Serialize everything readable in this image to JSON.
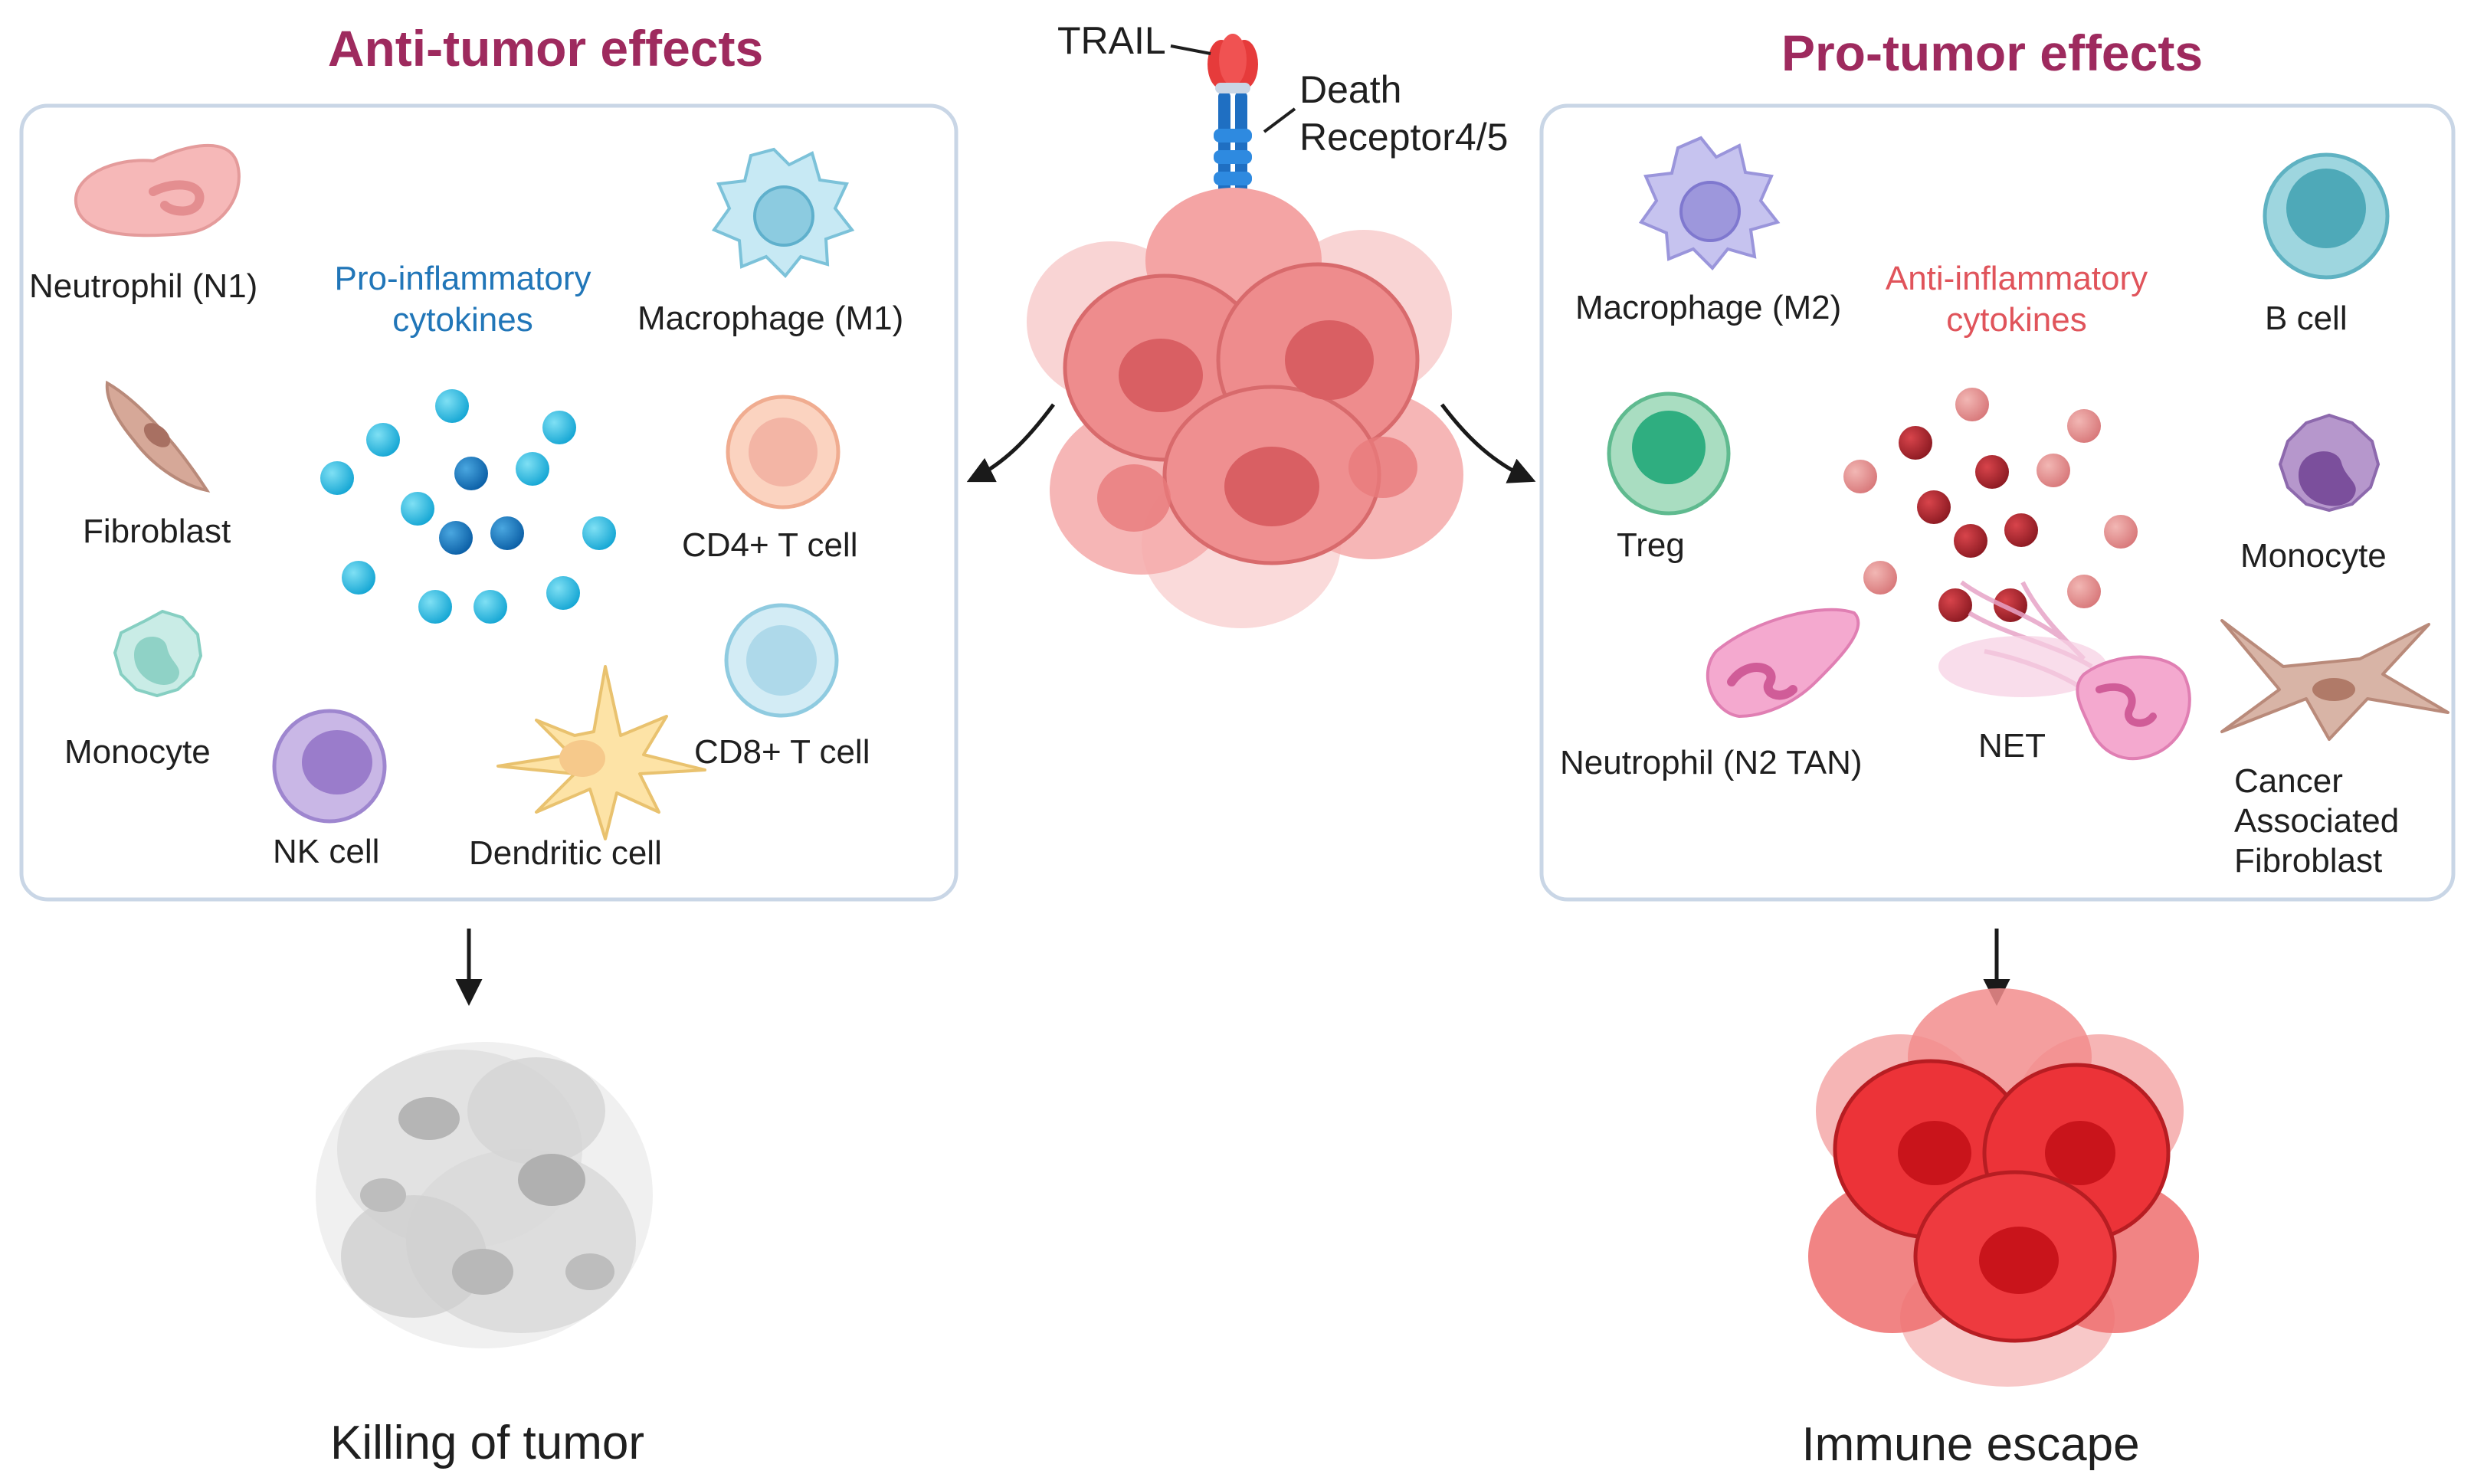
{
  "colors": {
    "heading": "#9e2a5e",
    "panel_border": "#c9d6e6",
    "pro_inflammatory": "#2176b8",
    "anti_inflammatory": "#e0545b",
    "tumor": "#e96b6d",
    "escaped_tumor": "#e7292f",
    "killed_tumor": "#c9c9c9",
    "receptor": "#1f6fc2",
    "trail": "#e63b3b"
  },
  "center": {
    "ligand_label": "TRAIL",
    "receptor_label_line1": "Death",
    "receptor_label_line2": "Receptor4/5"
  },
  "anti_tumor": {
    "title": "Anti-tumor effects",
    "cytokine_line1": "Pro-inflammatory",
    "cytokine_line2": "cytokines",
    "cells": {
      "neutrophil": "Neutrophil (N1)",
      "macrophage": "Macrophage (M1)",
      "fibroblast": "Fibroblast",
      "cd4": "CD4+ T cell",
      "monocyte": "Monocyte",
      "cd8": "CD8+ T cell",
      "nk": "NK cell",
      "dendritic": "Dendritic cell"
    },
    "outcome": "Killing of tumor"
  },
  "pro_tumor": {
    "title": "Pro-tumor effects",
    "cytokine_line1": "Anti-inflammatory",
    "cytokine_line2": "cytokines",
    "cells": {
      "macrophage": "Macrophage (M2)",
      "bcell": "B cell",
      "treg": "Treg",
      "monocyte": "Monocyte",
      "neutrophil": "Neutrophil (N2 TAN)",
      "net": "NET",
      "caf_line1": "Cancer",
      "caf_line2": "Associated",
      "caf_line3": "Fibroblast"
    },
    "outcome": "Immune escape"
  }
}
